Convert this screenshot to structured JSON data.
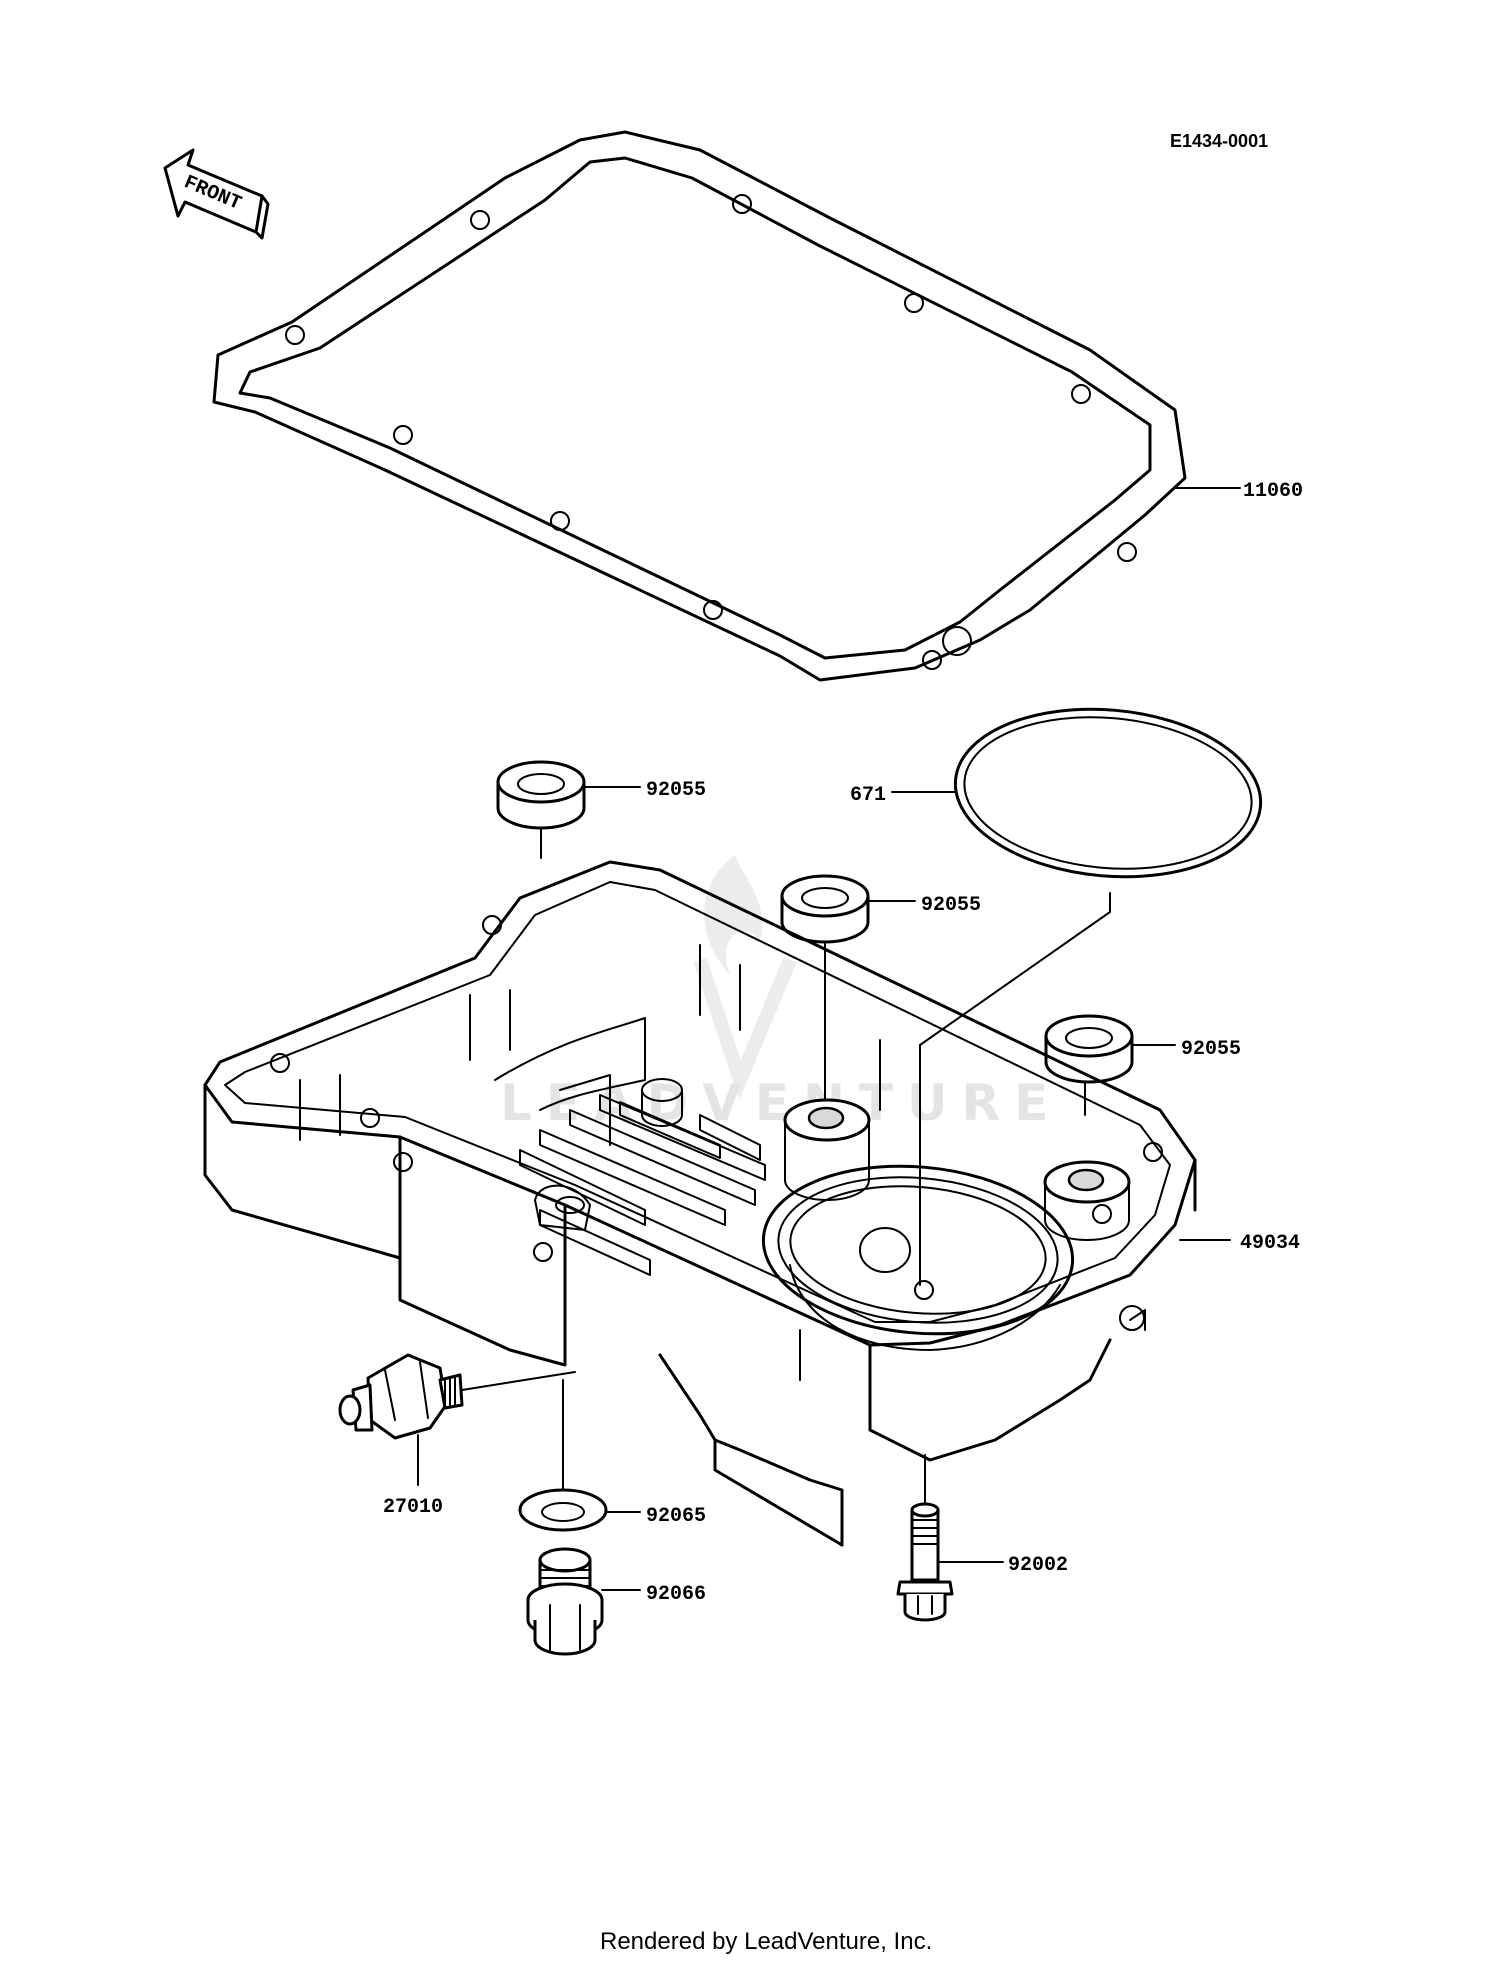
{
  "diagram": {
    "reference_code": "E1434-0001",
    "front_label": "FRONT",
    "watermark_text": "LEADVENTURE",
    "footer": "Rendered by LeadVenture, Inc.",
    "parts": [
      {
        "id": "gasket",
        "number": "11060"
      },
      {
        "id": "oring",
        "number": "671"
      },
      {
        "id": "collar-left",
        "number": "92055"
      },
      {
        "id": "collar-center",
        "number": "92055"
      },
      {
        "id": "collar-right",
        "number": "92055"
      },
      {
        "id": "oil-pan",
        "number": "49034"
      },
      {
        "id": "oil-pressure-switch",
        "number": "27010"
      },
      {
        "id": "washer",
        "number": "92065"
      },
      {
        "id": "drain-plug",
        "number": "92066"
      },
      {
        "id": "bolt",
        "number": "92002"
      }
    ]
  }
}
